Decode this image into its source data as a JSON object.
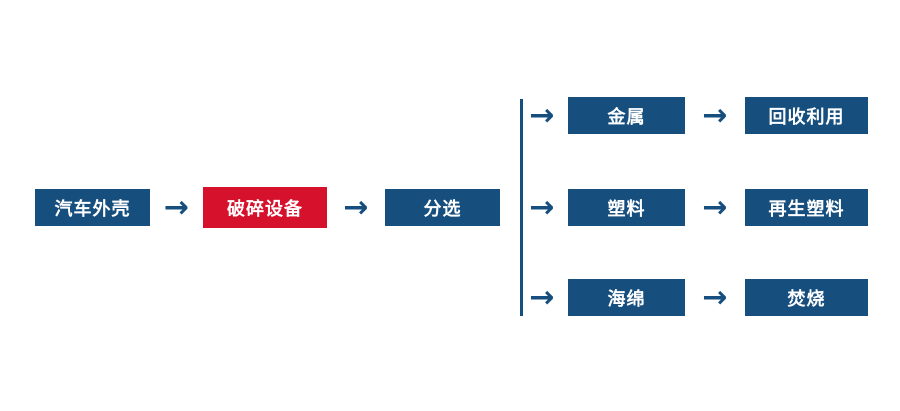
{
  "colors": {
    "primary": "#164e7e",
    "accent": "#d6112c",
    "node_text": "#ffffff",
    "background": "#ffffff"
  },
  "icons": {
    "arrow_right": "→"
  },
  "flow": {
    "source": "汽车外壳",
    "process": "破碎设备",
    "sorting": "分选",
    "branches": [
      {
        "material": "金属",
        "result": "回收利用"
      },
      {
        "material": "塑料",
        "result": "再生塑料"
      },
      {
        "material": "海绵",
        "result": "焚烧"
      }
    ]
  }
}
